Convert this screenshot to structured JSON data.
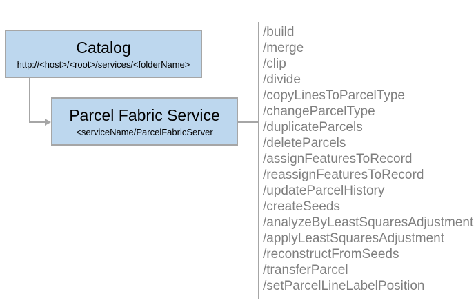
{
  "diagram": {
    "catalog_box": {
      "title": "Catalog",
      "subtitle": "http://<host>/<root>/services/<folderName>"
    },
    "service_box": {
      "title": "Parcel Fabric Service",
      "subtitle": "<serviceName/ParcelFabricServer"
    },
    "endpoints": [
      "/build",
      "/merge",
      "/clip",
      "/divide",
      "/copyLinesToParcelType",
      "/changeParcelType",
      "/duplicateParcels",
      "/deleteParcels",
      "/assignFeaturesToRecord",
      "/reassignFeaturesToRecord",
      "/updateParcelHistory",
      "/createSeeds",
      "/analyzeByLeastSquaresAdjustment",
      "/applyLeastSquaresAdjustment",
      "/reconstructFromSeeds",
      "/transferParcel",
      "/setParcelLineLabelPosition"
    ],
    "colors": {
      "box_fill": "#BDD7EE",
      "box_border": "#A6A6A6",
      "connector": "#A6A6A6",
      "list_text": "#7F7F7F",
      "box_text": "#000000"
    }
  }
}
